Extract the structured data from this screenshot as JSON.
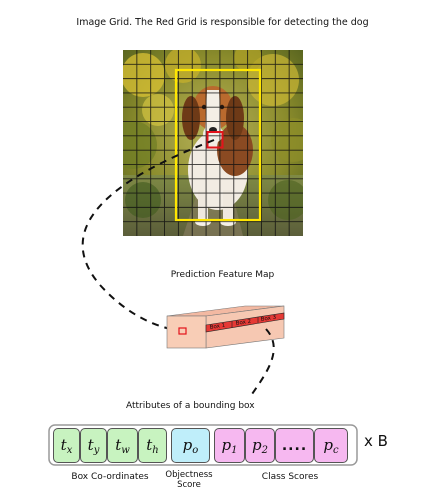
{
  "title": "Image Grid. The Red Grid is responsible for detecting the dog",
  "feature_map_label": "Prediction Feature Map",
  "box_labels": [
    "Box 1",
    "Box 2",
    "Box 3"
  ],
  "attributes_label": "Attributes of a bounding box",
  "box_coords": {
    "label": "Box Co-ordinates",
    "items": [
      {
        "base": "t",
        "sub": "x"
      },
      {
        "base": "t",
        "sub": "y"
      },
      {
        "base": "t",
        "sub": "w"
      },
      {
        "base": "t",
        "sub": "h"
      }
    ]
  },
  "objectness": {
    "label_line1": "Objectness",
    "label_line2": "Score",
    "base": "p",
    "sub": "o"
  },
  "class_scores": {
    "label": "Class Scores",
    "items": [
      {
        "base": "p",
        "sub": "1"
      },
      {
        "base": "p",
        "sub": "2"
      },
      {
        "ellipsis": "...."
      },
      {
        "base": "p",
        "sub": "c"
      }
    ]
  },
  "multiplier": "x B",
  "colors": {
    "grid_line": "#111111",
    "detection_box": "#ffe600",
    "responsible_cell": "#e3131b",
    "feature_map_face": "#f8cdb6",
    "box_strip": "#e53935",
    "coords_fill": "#c8f3c0",
    "objectness_fill": "#bfeefa",
    "class_fill": "#f6b8f0"
  }
}
